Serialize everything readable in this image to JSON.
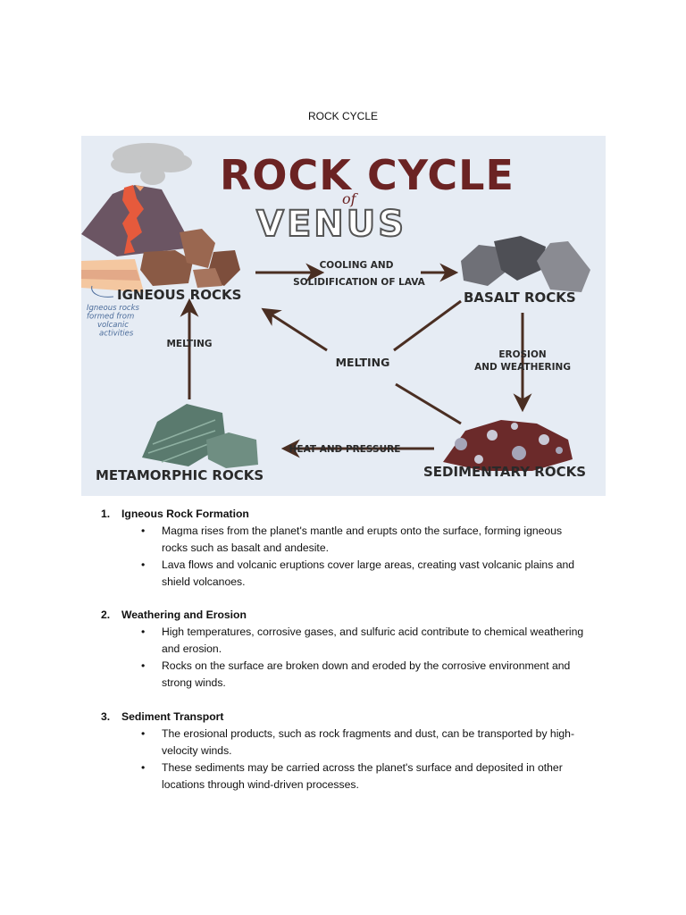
{
  "document": {
    "title": "ROCK CYCLE"
  },
  "figure": {
    "title_line1": "ROCK CYCLE",
    "title_of": "of",
    "title_line2": "VENUS",
    "nodes": {
      "igneous": "IGNEOUS ROCKS",
      "basalt": "BASALT ROCKS",
      "sedimentary": "SEDIMENTARY ROCKS",
      "metamorphic": "METAMORPHIC ROCKS"
    },
    "igneous_note": [
      "Igneous rocks",
      "formed from",
      "volcanic",
      "activities"
    ],
    "labels": {
      "cooling_line1": "COOLING AND",
      "cooling_line2": "SOLIDIFICATION OF LAVA",
      "erosion_line1": "EROSION",
      "erosion_line2": "AND WEATHERING",
      "heat": "HEAT AND PRESSURE",
      "melting_left": "MELTING",
      "melting_center": "MELTING"
    },
    "colors": {
      "background": "#e6ecf4",
      "title_red": "#6b2323",
      "arrow": "#4a2e22",
      "label_dark": "#2a2a2a"
    }
  },
  "sections": [
    {
      "number": "1.",
      "title": "Igneous Rock Formation",
      "bullets": [
        [
          "Magma rises from the planet's mantle and erupts onto the surface, forming igneous",
          "rocks such as basalt and andesite."
        ],
        [
          "Lava flows and volcanic eruptions cover large areas, creating vast volcanic plains and",
          "shield volcanoes."
        ]
      ]
    },
    {
      "number": "2.",
      "title": "Weathering and Erosion",
      "bullets": [
        [
          "High temperatures, corrosive gases, and sulfuric acid contribute to chemical weathering",
          "and erosion."
        ],
        [
          "Rocks on the surface are broken down and eroded by the corrosive environment and",
          "strong winds."
        ]
      ]
    },
    {
      "number": "3.",
      "title": "Sediment Transport",
      "bullets": [
        [
          "The erosional products, such as rock fragments and dust, can be transported by high-",
          "velocity winds."
        ],
        [
          "These sediments may be carried across the planet's surface and deposited in other",
          "locations through wind-driven processes."
        ]
      ]
    }
  ]
}
